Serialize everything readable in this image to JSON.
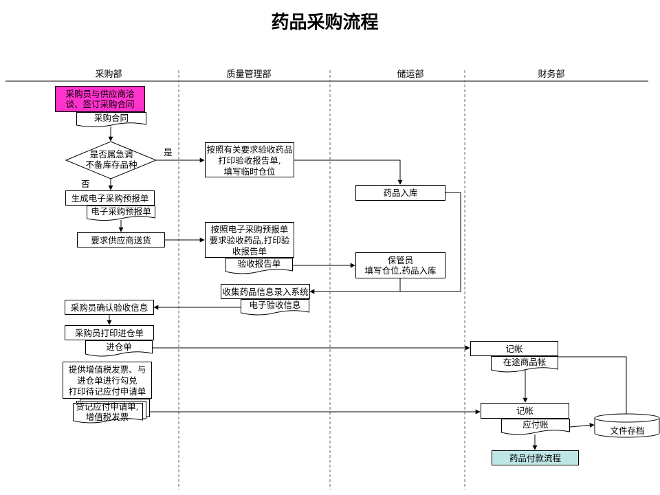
{
  "title": "药品采购流程",
  "lanes": [
    "采购部",
    "质量管理部",
    "储运部",
    "财务部"
  ],
  "colors": {
    "highlight": "#ff33cc",
    "end_box": "#bfe6e6",
    "line": "#000000"
  },
  "nodes": {
    "negotiate": [
      "采购员与供应商洽",
      "谈、签订采购合同"
    ],
    "contract_doc": "采购合同",
    "decision": [
      "是否属急调",
      "不备库存品种"
    ],
    "yes_label": "是",
    "no_label": "否",
    "inspect_urgent": [
      "按照有关要求验收药品",
      "打印验收报告单,",
      "填写临时仓位"
    ],
    "storage_in": "药品入库",
    "gen_preorder": "生成电子采购预报单",
    "preorder_doc": "电子采购预报单",
    "request_delivery": "要求供应商送货",
    "inspect_normal": [
      "按照电子采购预报单",
      "要求验收药品,打印验",
      "收报告单"
    ],
    "report_doc": "验收报告单",
    "keeper": [
      "保管员",
      "填写仓位,药品入库"
    ],
    "collect_info": "收集药品信息录入系统",
    "e_inspect_doc": "电子验收信息",
    "confirm_inspect": "采购员确认验收信息",
    "print_warehouse": "采购员打印进仓单",
    "warehouse_doc": "进仓单",
    "provide_invoice": [
      "提供增值税发票、与",
      "进仓单进行勾兑",
      "打印待记应付申请单"
    ],
    "payable_doc": [
      "贷记应付申请单,",
      "增值税发票"
    ],
    "record1": "记帐",
    "in_transit_doc": "在途商品帐",
    "record2": "记帐",
    "payable_account_doc": "应付账",
    "archive": "文件存档",
    "payment_flow": "药品付款流程"
  }
}
